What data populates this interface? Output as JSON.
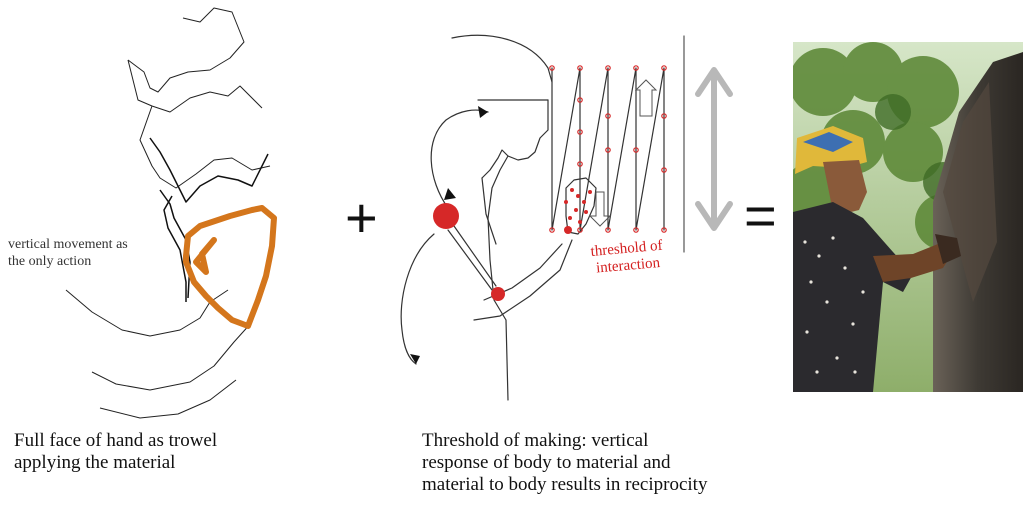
{
  "left_panel": {
    "label": "vertical movement as the only action",
    "label_lines": [
      "vertical movement as",
      "the only action"
    ],
    "caption_lines": [
      "Full face of hand as trowel",
      "applying the material"
    ],
    "accent_color": "#d4761c"
  },
  "middle_panel": {
    "threshold_label_lines": [
      "threshold of",
      "interaction"
    ],
    "caption_lines": [
      "Threshold of making: vertical",
      "response of body to material and",
      "material to body results in reciprocity"
    ],
    "marker_color": "#d62828"
  },
  "operators": {
    "plus": "+",
    "equals": "="
  },
  "photo": {
    "subject": "woman plastering a wall by hand"
  }
}
